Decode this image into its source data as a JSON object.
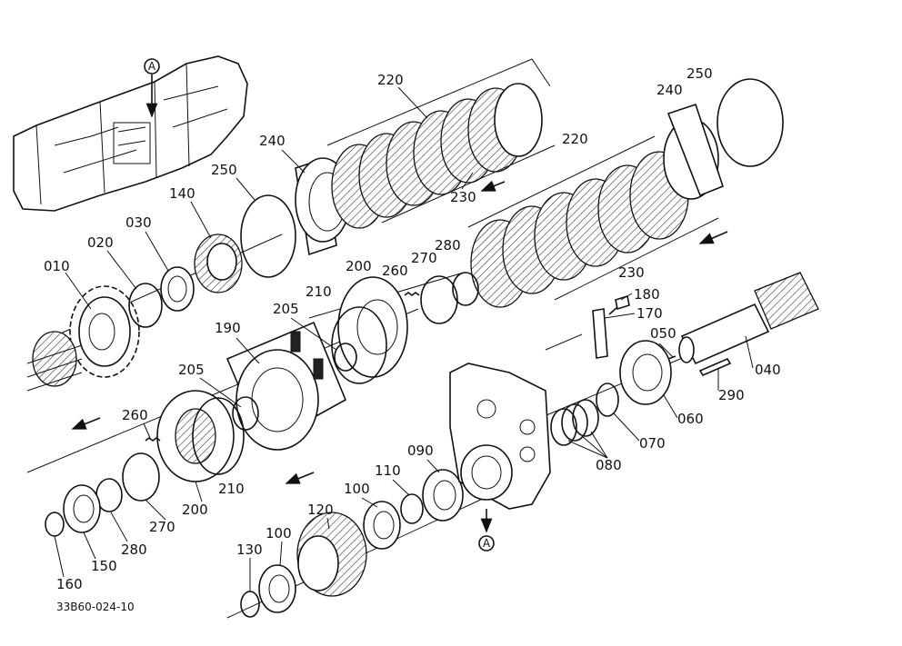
{
  "labels": {
    "p010": "010",
    "p020": "020",
    "p030": "030",
    "p040": "040",
    "p050": "050",
    "p060": "060",
    "p070": "070",
    "p080": "080",
    "p090": "090",
    "p100a": "100",
    "p100b": "100",
    "p110": "110",
    "p120": "120",
    "p130": "130",
    "p140": "140",
    "p150": "150",
    "p160": "160",
    "p170": "170",
    "p180": "180",
    "p190": "190",
    "p200a": "200",
    "p200b": "200",
    "p205a": "205",
    "p205b": "205",
    "p210a": "210",
    "p210b": "210",
    "p220a": "220",
    "p220b": "220",
    "p230a": "230",
    "p230b": "230",
    "p240a": "240",
    "p240b": "240",
    "p250a": "250",
    "p250b": "250",
    "p260a": "260",
    "p260b": "260",
    "p270a": "270",
    "p270b": "270",
    "p280a": "280",
    "p280b": "280",
    "p290": "290"
  },
  "markers": {
    "ref_top": "A",
    "ref_bottom": "A"
  },
  "drawing_number": "33B60-024-10"
}
